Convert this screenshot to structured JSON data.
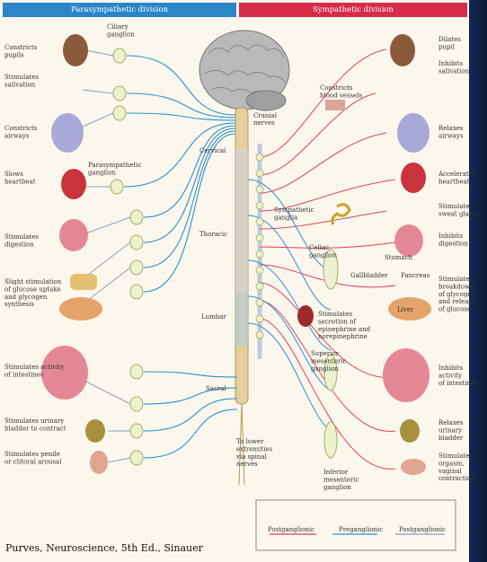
{
  "headers": {
    "parasympathetic": "Parasympathetic division",
    "sympathetic": "Sympathetic division"
  },
  "spine_labels": {
    "cranial": "Cranial\nnerves",
    "cervical": "Cervical",
    "thoracic": "Thoracic",
    "lumbar": "Lumbar",
    "sacral": "Sacral"
  },
  "ganglia_labels": {
    "ciliary": "Ciliary\nganglion",
    "parasympathetic": "Parasympathetic\nganglion",
    "sympathetic": "Sympathetic\nganglia",
    "celiac": "Celiac\nganglion",
    "superior_mesenteric": "Superior\nmesenteric\nganglion",
    "inferior_mesenteric": "Inferior\nmesenteric\nganglion",
    "lower": "To lower\nextremities\nvia spinal\nnerves"
  },
  "para_effects": [
    "Constricts\npupils",
    "Stimulates\nsalivation",
    "Constricts\nairways",
    "Slows\nheartbeat",
    "Stimulates\ndigestion",
    "Slight stimulation\nof glucose uptake\nand glycogen\nsynthesis",
    "Stimulates activity\nof intestines",
    "Stimulates urinary\nbladder to contract",
    "Stimulates penile\nor clitoral arousal"
  ],
  "symp_effects": [
    "Dilates\npupil",
    "Inhibits\nsalivation",
    "Relaxes\nairways",
    "Accelerates\nheartbeat",
    "Stimulates\nsweat glands",
    "Inhibits\ndigestion",
    "Stimulates\nbreakdown\nof glycogen\nand release\nof glucose",
    "Inhibits\nactivity\nof intestines",
    "Relaxes\nurinary\nbladder",
    "Stimulates\norgasm,\nvaginal\ncontraction"
  ],
  "center_labels": {
    "blood_vessels": "Constricts\nblood vessels",
    "adrenal": "Stimulates\nsecretion of\nepinephrine and\nnorepinephrine",
    "stomach": "Stomach",
    "gallbladder": "Gallbladder",
    "pancreas": "Pancreas",
    "liver": "Liver"
  },
  "legend": {
    "nor_title": "Noradrenergic\nneurons",
    "cho_title": "Cholinergic\nneurons",
    "postganglionic_red": "Postganglionic",
    "preganglionic": "Preganglionic",
    "postganglionic_blue": "Postganglionic"
  },
  "credit": "Purves, Neuroscience, 5th Ed., Sinauer",
  "colors": {
    "para": "#2b8fcf",
    "symp": "#e0405e",
    "ganglion_fill": "#eef1cf",
    "ganglion_stroke": "#a5ab62",
    "post_gray": "#8c9cc0"
  }
}
